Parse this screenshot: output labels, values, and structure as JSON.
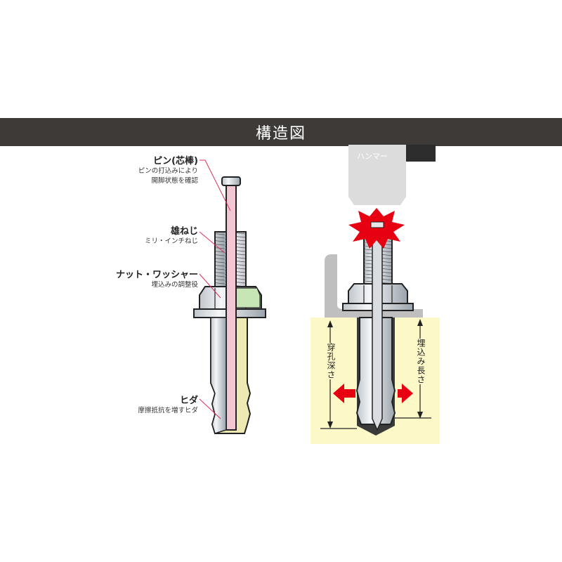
{
  "banner": {
    "title": "構造図"
  },
  "labels": {
    "pin": {
      "title": "ピン(芯棒)",
      "line1": "ピンの打込みにより",
      "line2": "開脚状態を確認"
    },
    "male_thread": {
      "title": "雄ねじ",
      "line1": "ミリ・インチねじ"
    },
    "nut_washer": {
      "title": "ナット・ワッシャー",
      "line1": "埋込みの調整役"
    },
    "hida": {
      "title": "ヒダ",
      "line1": "摩擦抵抗を増すヒダ"
    }
  },
  "right": {
    "hammer": "ハンマー",
    "drill_depth": "穿孔深さ",
    "embed_length": "埋込み長さ"
  },
  "colors": {
    "banner": "#3d3a38",
    "pin": "#f3c6d3",
    "sleeve": "#eee9b2",
    "concrete": "#fdf8c8",
    "arrow": "#e60012",
    "leader": "#e0305a"
  }
}
